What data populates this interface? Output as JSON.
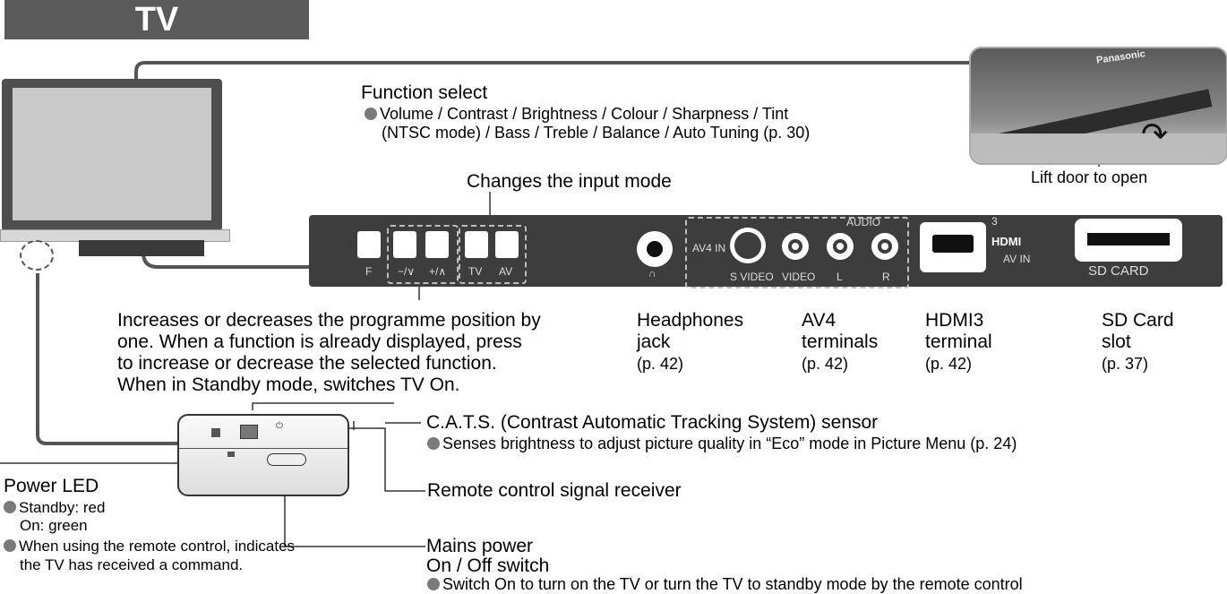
{
  "title": "TV",
  "door_label": "Lift door to open",
  "door_brand": "Panasonic",
  "function_select": {
    "heading": "Function select",
    "line1": "Volume / Contrast / Brightness / Colour / Sharpness / Tint",
    "line2": "(NTSC mode) / Bass / Treble / Balance / Auto Tuning (p. 30)"
  },
  "input_mode_label": "Changes the input mode",
  "panel": {
    "f": "F",
    "minus": "−/∨",
    "plus": "+/∧",
    "tv": "TV",
    "av": "AV",
    "av4_in": "AV4 IN",
    "s_video": "S VIDEO",
    "video": "VIDEO",
    "audio": "AUDIO",
    "l": "L",
    "r": "R",
    "hdmi_num": "3",
    "hdmi": "HDMI",
    "av_in": "AV IN",
    "sd_card": "SD CARD"
  },
  "programme_text": [
    "Increases or decreases the programme position by",
    "one. When a function is already displayed, press",
    "to increase or decrease the selected function.",
    "When in Standby mode, switches TV On."
  ],
  "callouts": {
    "headphones": [
      "Headphones",
      "jack",
      "(p. 42)"
    ],
    "av4": [
      "AV4",
      "terminals",
      "(p. 42)"
    ],
    "hdmi3": [
      "HDMI3",
      "terminal",
      "(p. 42)"
    ],
    "sd": [
      "SD Card",
      "slot",
      "(p. 37)"
    ]
  },
  "cats": {
    "heading": "C.A.T.S. (Contrast Automatic Tracking System) sensor",
    "note": "Senses brightness to adjust picture quality in “Eco” mode in Picture Menu (p. 24)"
  },
  "remote_receiver": "Remote control signal receiver",
  "mains": {
    "line1": "Mains power",
    "line2": "On / Off switch",
    "note": "Switch On to turn on the TV or turn the TV to standby mode by the remote control"
  },
  "power_led": {
    "heading": "Power LED",
    "standby": "Standby: red",
    "on": "On: green",
    "note1": "When using the remote control, indicates",
    "note2": "the TV has received a command."
  }
}
